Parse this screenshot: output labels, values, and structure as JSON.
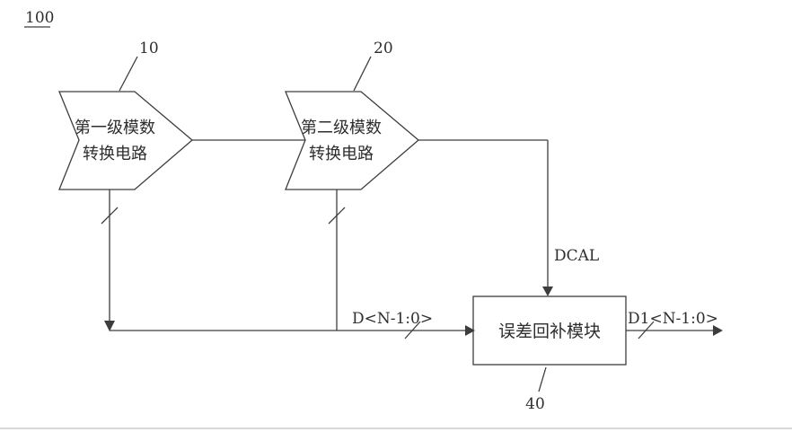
{
  "figure_label": "100",
  "blocks": {
    "stage1": {
      "ref_num": "10",
      "text_line1": "第一级模数",
      "text_line2": "转换电路"
    },
    "stage2": {
      "ref_num": "20",
      "text_line1": "第二级模数",
      "text_line2": "转换电路"
    },
    "error_module": {
      "ref_num": "40",
      "label": "误差回补模块"
    }
  },
  "signals": {
    "dcal": "DCAL",
    "d_bus": "D<N-1:0>",
    "d1_bus": "D1<N-1:0>"
  },
  "colors": {
    "stroke": "#3d3d3d",
    "background": "#ffffff",
    "page_rule": "#d9d9d9"
  }
}
